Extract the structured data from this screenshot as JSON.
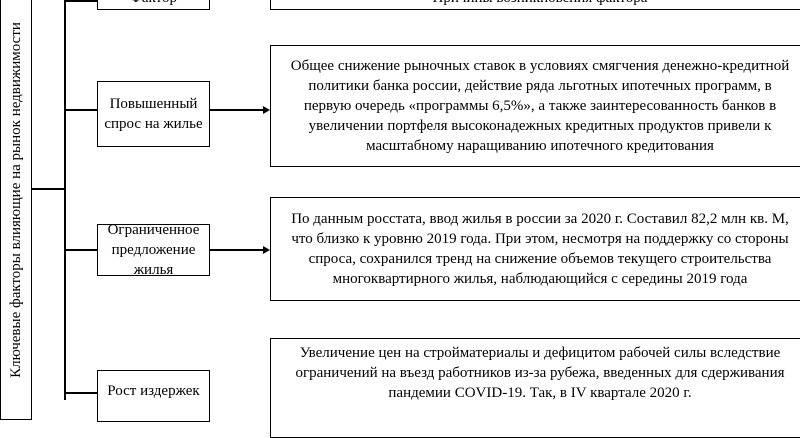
{
  "side_label": "Ключевые факторы влияющие на рынок недвижимости",
  "header": {
    "factor": "Фактор",
    "reason": "Причины возникновения фактора"
  },
  "rows": [
    {
      "factor": "Повышенный спрос на жилье",
      "reason": "Общее снижение рыночных ставок в условиях смягчения денежно-кредитной политики банка россии, действие ряда льготных ипотечных программ, в первую очередь «программы 6,5%», а также заинтересованность банков в увеличении портфеля высоконадежных кредитных продуктов привели к масштабному наращиванию ипотечного кредитования"
    },
    {
      "factor": "Ограниченное предложение жилья",
      "reason": "По данным росстата, ввод жилья в россии за 2020 г. Составил 82,2 млн кв. М, что близко к уровню 2019 года. При этом, несмотря на поддержку со стороны спроса, сохранился тренд на снижение объемов текущего строительства многоквартирного жилья, наблюдающийся с середины 2019 года"
    },
    {
      "factor": "Рост издержек",
      "reason": "Увеличение цен на стройматериалы и дефицитом рабочей силы вследствие ограничений на въезд работников из-за рубежа, введенных для сдерживания пандемии COVID-19. Так, в IV квартале 2020 г."
    }
  ]
}
